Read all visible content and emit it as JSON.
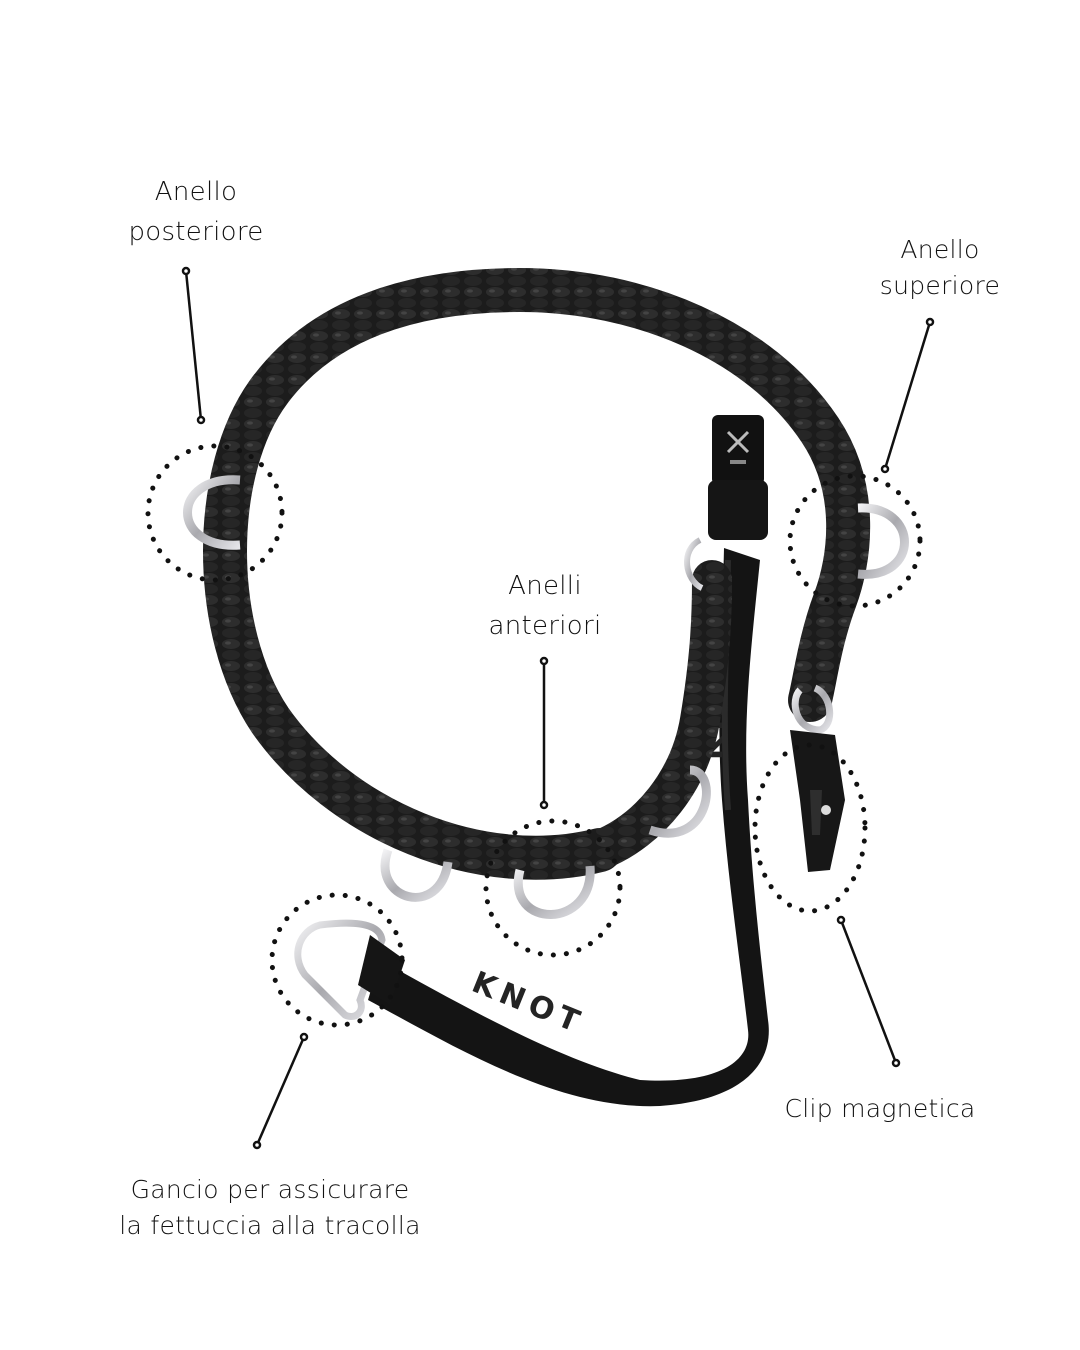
{
  "labels": {
    "rear_ring": [
      "Anello",
      "posteriore"
    ],
    "top_ring": [
      "Anello",
      "superiore"
    ],
    "front_rings": [
      "Anelli",
      "anteriori"
    ],
    "magnetic_clip": [
      "Clip magnetica"
    ],
    "strap_hook": [
      "Gancio per assicurare",
      "la fettuccia alla tracolla"
    ]
  },
  "strap_brand_text": "KNOT",
  "colors": {
    "cord": "#1c1c1c",
    "cord_highlight": "#3a3a3a",
    "ring_metal": "#c8c8cc",
    "ring_shadow": "#7a7a80",
    "dots": "#111111",
    "text": "#111111"
  }
}
